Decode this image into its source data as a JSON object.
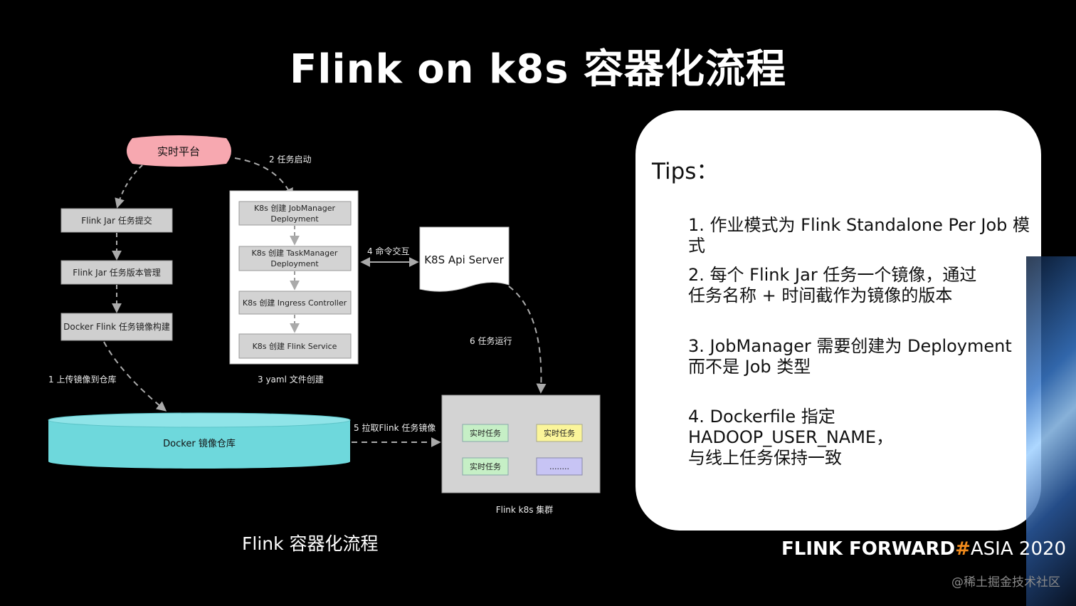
{
  "title": "Flink on k8s 容器化流程",
  "diagram": {
    "platform": "实时平台",
    "left_steps": [
      "Flink Jar 任务提交",
      "Flink Jar 任务版本管理",
      "Docker Flink 任务镜像构建"
    ],
    "yaml_steps": [
      "K8s 创建 JobManager",
      "Deployment",
      "K8s 创建 TaskManager",
      "Deployment",
      "K8s 创建 Ingress Controller",
      "K8s 创建 Flink Service"
    ],
    "api_server": "K8S Api Server",
    "registry": "Docker 镜像仓库",
    "cluster_tasks": [
      "实时任务",
      "实时任务",
      "实时任务",
      "........"
    ],
    "labels": {
      "start": "2 任务启动",
      "cmd": "4 命令交互",
      "run": "6 任务运行",
      "upload": "1 上传镜像到仓库",
      "yaml": "3 yaml 文件创建",
      "pull": "5 拉取Flink 任务镜像",
      "cluster": "Flink k8s 集群"
    },
    "caption": "Flink 容器化流程"
  },
  "tips": {
    "title": "Tips：",
    "items": [
      "1. 作业模式为 Flink Standalone Per Job 模式",
      "2. 每个 Flink Jar 任务一个镜像，通过\n任务名称 + 时间截作为镜像的版本",
      "3. JobManager 需要创建为 Deployment\n而不是 Job 类型",
      "4. Dockerfile 指定 HADOOP_USER_NAME，\n与线上任务保持一致"
    ]
  },
  "brand": {
    "part1": "FLINK FORWARD",
    "hash": "#",
    "part2": "ASIA 2020"
  },
  "watermark": "@稀土掘金技术社区",
  "colors": {
    "platform": "#f7a8b0",
    "registry": "#6ed8dc",
    "gray_box": "#cfcfcf",
    "task_green": "#c6efc6",
    "task_yellow": "#fbf59a",
    "task_purple": "#c7c4f4",
    "brand_hash": "#f08a1c"
  }
}
